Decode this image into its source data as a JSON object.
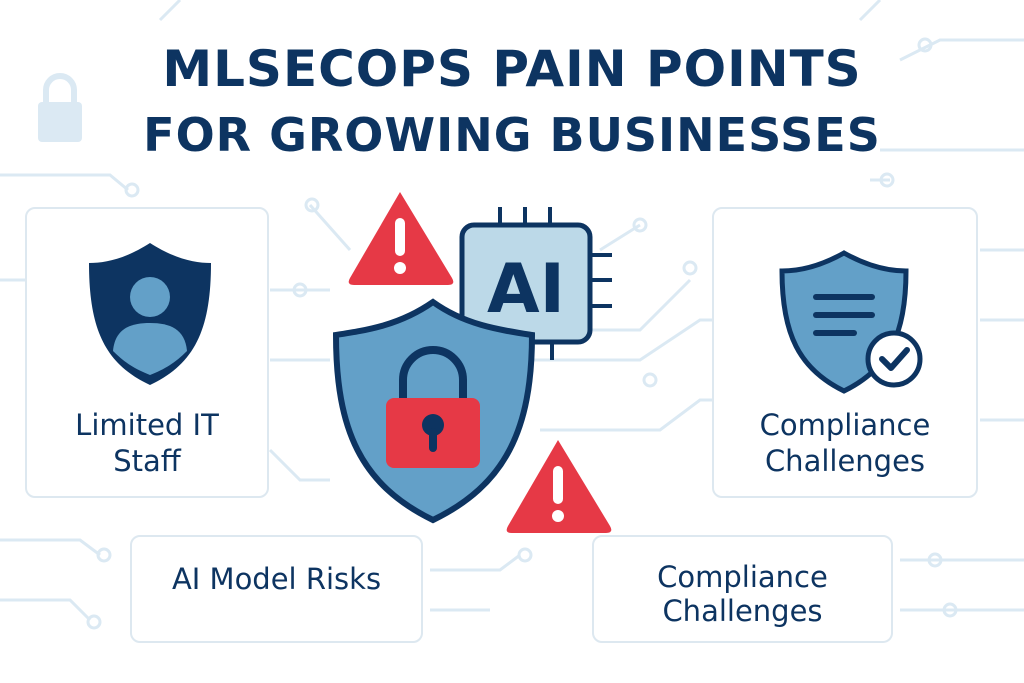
{
  "title": {
    "line1": "MLSECOPS PAIN POINTS",
    "line2": "FOR GROWING BUSINESSES"
  },
  "cards": [
    {
      "id": "limited-it-staff",
      "lines": [
        "Limited IT",
        "Staff"
      ],
      "icon": "user-shield-icon"
    },
    {
      "id": "compliance-top",
      "lines": [
        "Compliance",
        "Challenges"
      ],
      "icon": "document-shield-check-icon"
    },
    {
      "id": "ai-model-risks",
      "lines": [
        "AI Model Risks"
      ]
    },
    {
      "id": "compliance-bottom",
      "lines": [
        "Compliance",
        "Challenges"
      ]
    }
  ],
  "center": {
    "chip_label": "AI",
    "icons": [
      "warning-icon",
      "ai-chip-icon",
      "lock-shield-icon"
    ]
  },
  "colors": {
    "navy": "#0d3461",
    "blue": "#63a0c8",
    "red": "#e63946",
    "chip": "#bcd9e8",
    "circuit": "#dbe9f3"
  }
}
